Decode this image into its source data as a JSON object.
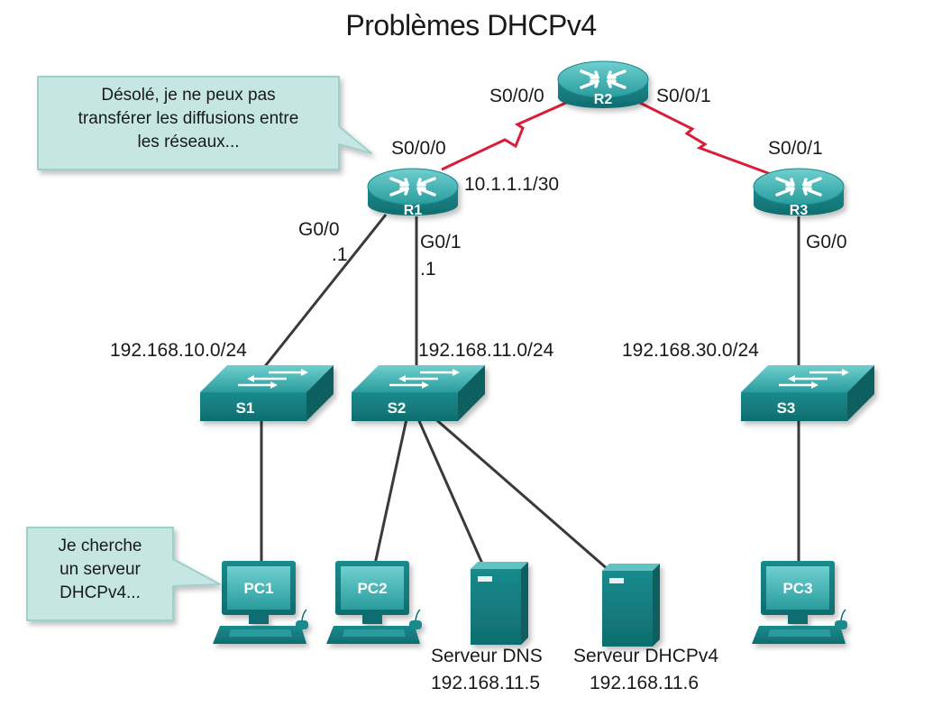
{
  "title": "Problèmes DHCPv4",
  "callouts": {
    "router": [
      "Désolé, je ne peux pas",
      "transférer les diffusions entre",
      "les réseaux..."
    ],
    "pc": [
      "Je cherche",
      "un serveur",
      "DHCPv4..."
    ]
  },
  "devices": {
    "r1": "R1",
    "r2": "R2",
    "r3": "R3",
    "s1": "S1",
    "s2": "S2",
    "s3": "S3",
    "pc1": "PC1",
    "pc2": "PC2",
    "pc3": "PC3"
  },
  "interfaces": {
    "r2_left": "S0/0/0",
    "r2_right": "S0/0/1",
    "r1_serial": "S0/0/0",
    "r1_ip": "10.1.1.1/30",
    "r3_serial": "S0/0/1",
    "r1_g00": "G0/0",
    "r1_g00_ip": ".1",
    "r1_g01": "G0/1",
    "r1_g01_ip": ".1",
    "r3_g00": "G0/0"
  },
  "networks": {
    "net10": "192.168.10.0/24",
    "net11": "192.168.11.0/24",
    "net30": "192.168.30.0/24"
  },
  "servers": {
    "dns_name": "Serveur DNS",
    "dns_ip": "192.168.11.5",
    "dhcp_name": "Serveur DHCPv4",
    "dhcp_ip": "192.168.11.6"
  },
  "colors": {
    "device": "#1a8a8c",
    "device_dark": "#0f6d6f",
    "device_light": "#5fc3c3",
    "serial_link": "#d81e3a",
    "ethernet_link": "#3a3a3a",
    "callout_fill": "#c6e6e4",
    "callout_border": "#9fcfcb"
  }
}
